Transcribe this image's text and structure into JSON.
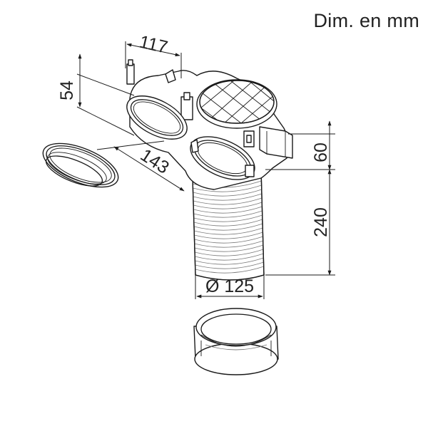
{
  "units_label": "Dim. en mm",
  "dimensions": {
    "d117": "117",
    "d54": "54",
    "d143": "143",
    "d60": "60",
    "d240": "240",
    "d125": "Ø 125"
  }
}
